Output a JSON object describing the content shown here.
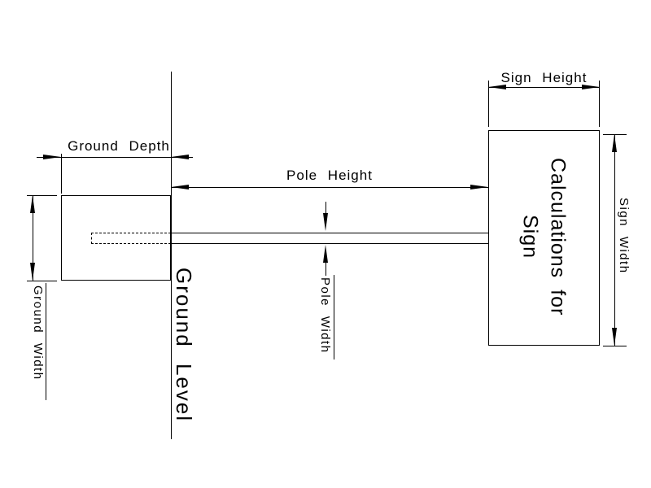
{
  "labels": {
    "sign_height": "Sign Height",
    "ground_depth": "Ground Depth",
    "pole_height": "Pole Height",
    "pole_width": "Pole Width",
    "ground_width": "Ground Width",
    "sign_width": "Sign Width",
    "ground_level": "Ground Level",
    "sign_line1": "Calculations for",
    "sign_line2": "Sign"
  },
  "colors": {
    "line": "#000000",
    "background": "#ffffff"
  }
}
